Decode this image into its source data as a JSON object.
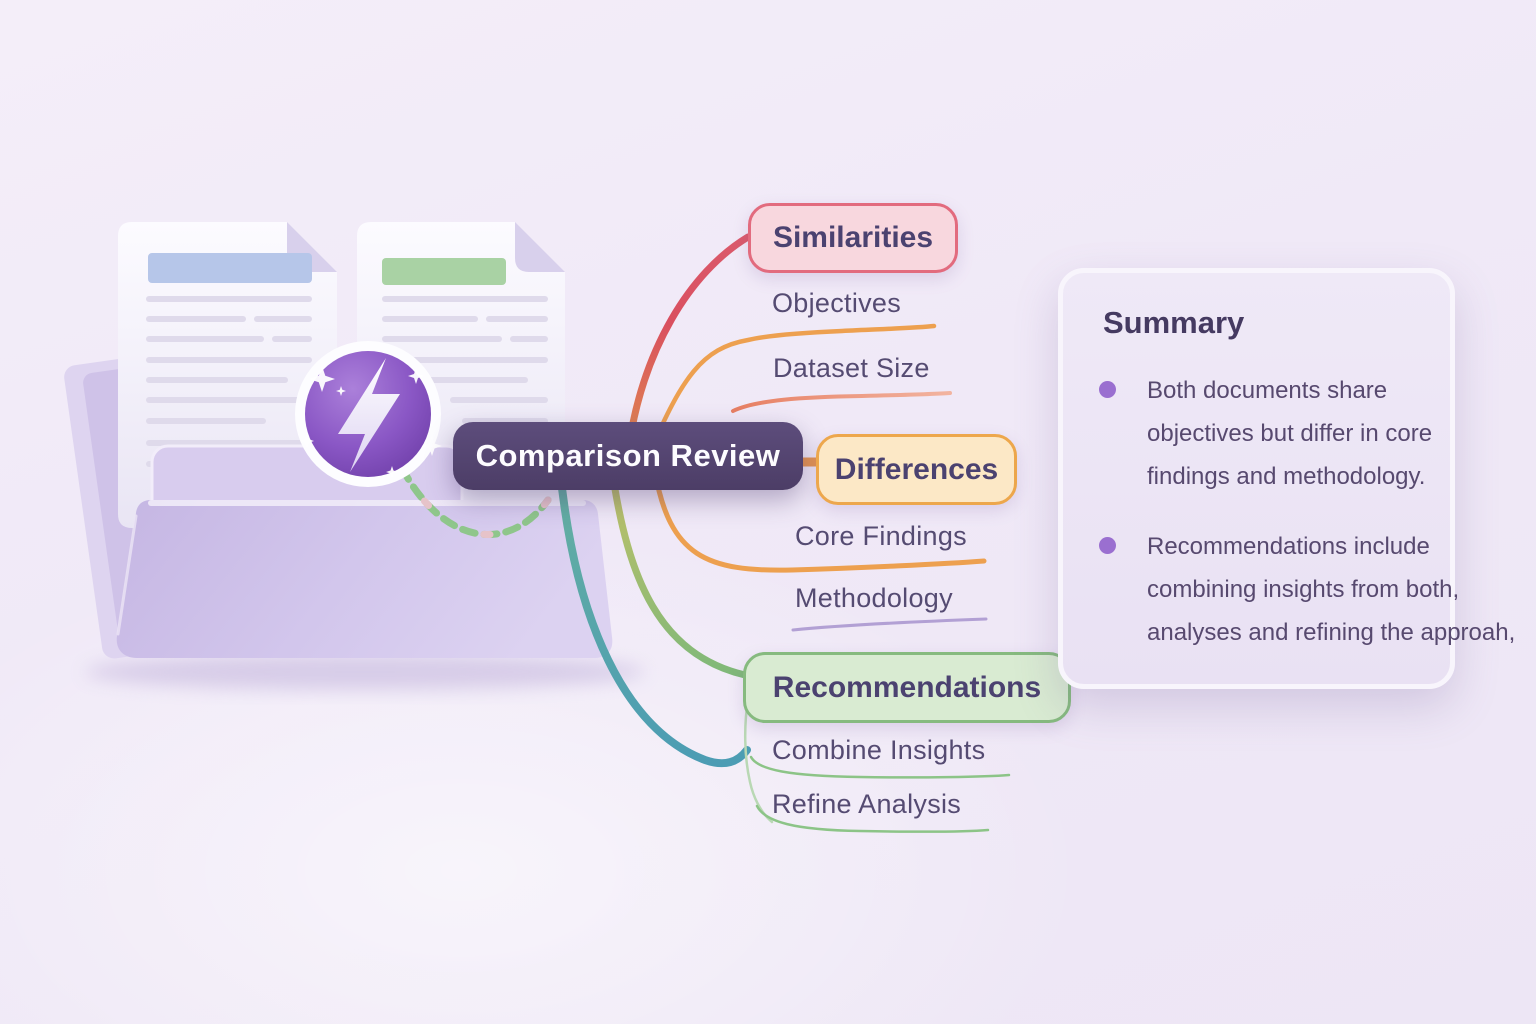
{
  "mindmap": {
    "root": {
      "label": "Comparison Review",
      "fill": "#54446f",
      "text_color": "#ffffff"
    },
    "branches": [
      {
        "id": "similarities",
        "label": "Similarities",
        "fill": "#f8d7de",
        "border_color": "#e26b7e",
        "connector_color": "#d94f5f",
        "children": [
          {
            "label": "Objectives",
            "underline_color": "#eda04f"
          },
          {
            "label": "Dataset Size",
            "underline_color": "#e98a72"
          }
        ]
      },
      {
        "id": "differences",
        "label": "Differences",
        "fill": "#fce8c6",
        "border_color": "#eda74c",
        "connector_color": "#e8964f",
        "children": [
          {
            "label": "Core Findings",
            "underline_color": "#eda04f"
          },
          {
            "label": "Methodology",
            "underline_color": "#b2a0d4"
          }
        ]
      },
      {
        "id": "recommendations",
        "label": "Recommendations",
        "fill": "#d9ebd2",
        "border_color": "#86ba7f",
        "connector_color": "#7cb87a",
        "children": [
          {
            "label": "Combine Insights",
            "underline_color": "#8cc487"
          },
          {
            "label": "Refine Analysis",
            "underline_color": "#8cc487"
          }
        ]
      }
    ]
  },
  "summary": {
    "title": "Summary",
    "bullet_color": "#9a6fd0",
    "bullets": [
      "Both documents share\nobjectives but differ in core\nfindings and methodology.",
      "Recommendations include\ncombining insights from both,\nanalyses and refining the approah,"
    ]
  },
  "illustration": {
    "icons": [
      "folder-icon",
      "document-icon",
      "lightning-icon",
      "sparkle-icon"
    ],
    "document_left_bar_color": "#b6c6e9",
    "document_right_bar_color": "#a9d2a4",
    "folder_color": "#cdc0e8",
    "lightning_circle_color": "#8a57c5"
  },
  "colors": {
    "background": "#f0e9f7",
    "node_text": "#554b72",
    "teal_connector": "#4f9fb0",
    "red_connector": "#d94f5f",
    "orange_connector": "#eda04f",
    "green_connector": "#7cb87a"
  }
}
